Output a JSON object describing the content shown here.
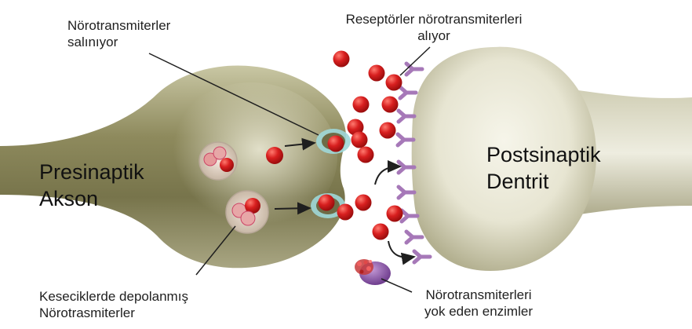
{
  "labels": {
    "release_line1": "Nörotransmiterler",
    "release_line2": "salınıyor",
    "receptor_line1": "Reseptörler nörotransmiterleri",
    "receptor_line2": "alıyor",
    "presynaptic_line1": "Presinaptik",
    "presynaptic_line2": "Akson",
    "postsynaptic_line1": "Postsinaptik",
    "postsynaptic_line2": "Dentrit",
    "vesicle_line1": "Keseciklerde depolanmış",
    "vesicle_line2": "Nörotrasmiterler",
    "enzyme_line1": "Nörotransmiterleri",
    "enzyme_line2": "yok eden enzimler"
  },
  "colors": {
    "neurotransmitter": "#d71e1e",
    "receptor": "#a678b8",
    "enzyme": "#8f5fae",
    "axon": "#8f8a5e",
    "dendrite": "#e9e7d6"
  }
}
